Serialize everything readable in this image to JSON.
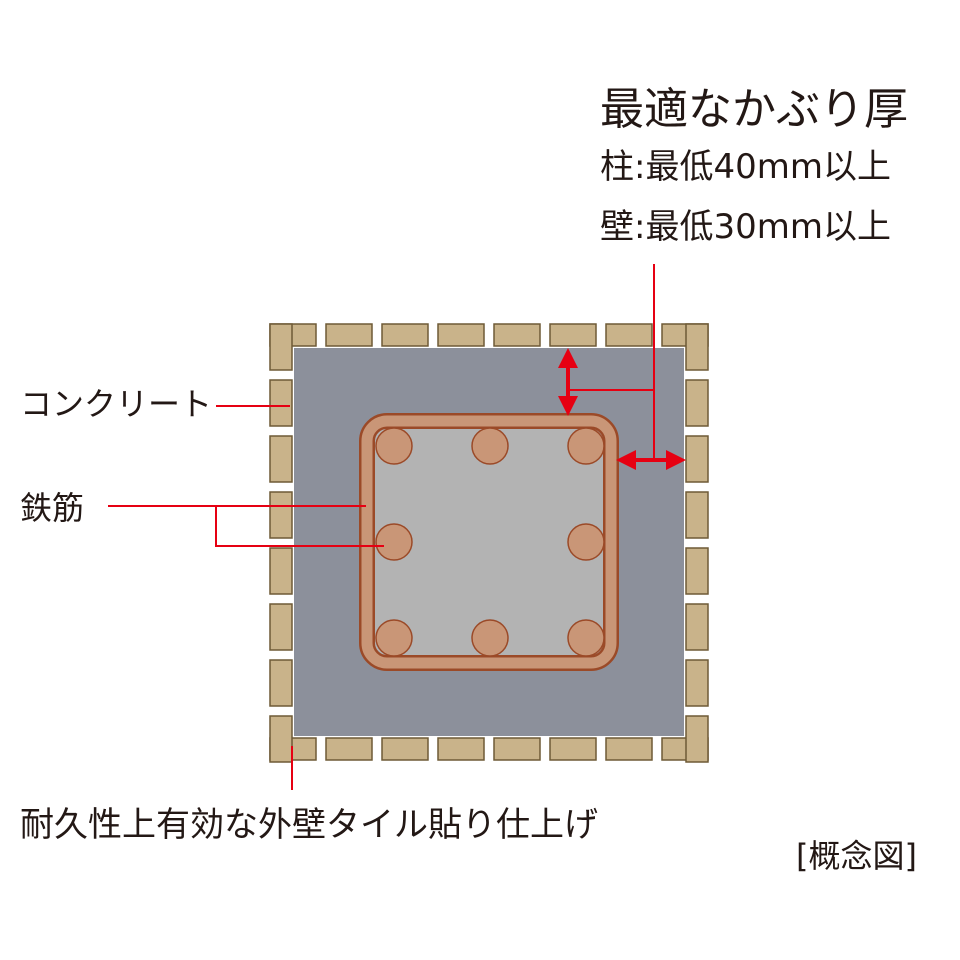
{
  "heading": {
    "title": "最適なかぶり厚",
    "column_text": "柱:最低40mm以上",
    "wall_text": "壁:最低30mm以上"
  },
  "labels": {
    "concrete": "コンクリート",
    "rebar": "鉄筋",
    "finish": "耐久性上有効な外壁タイル貼り仕上げ",
    "note": "[概念図]"
  },
  "colors": {
    "tile_fill": "#c9b38a",
    "tile_stroke": "#6e5a36",
    "concrete": "#8c909b",
    "core": "#b3b3b3",
    "rebar_fill": "#c99677",
    "rebar_stroke": "#9b4a28",
    "leader_red": "#e60012"
  }
}
